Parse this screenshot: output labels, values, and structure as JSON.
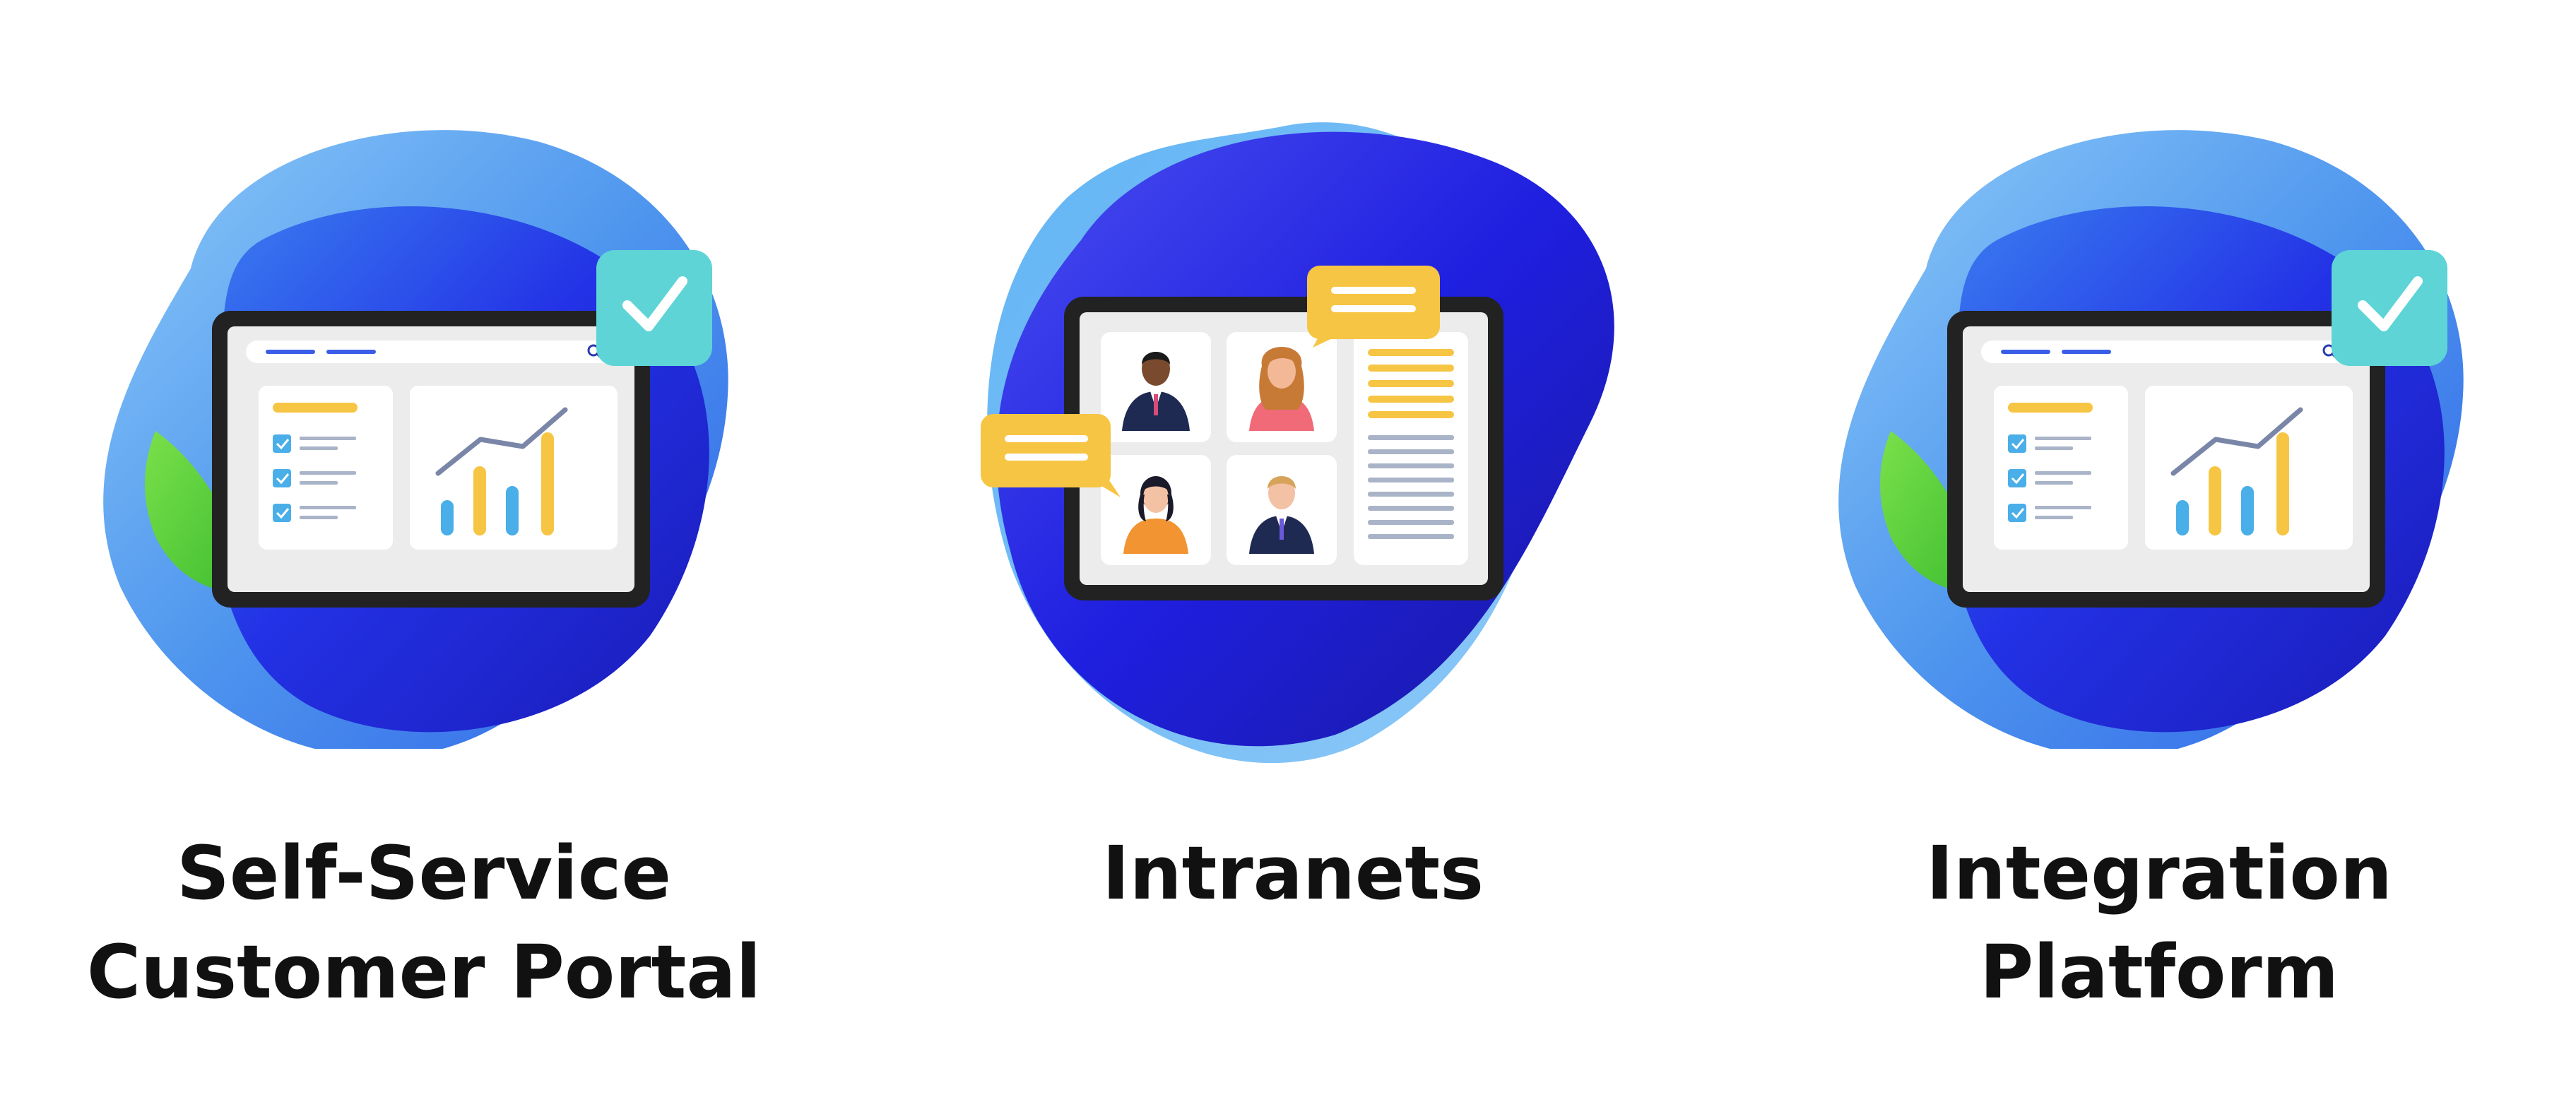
{
  "cards": [
    {
      "title_lines": [
        "Self-Service",
        "Customer Portal"
      ],
      "illustration": "dashboard-tablet",
      "badge_icon": "checkmark-icon"
    },
    {
      "title_lines": [
        "Intranets"
      ],
      "illustration": "video-call-tablet",
      "badge_icon": "chat-bubble-icon"
    },
    {
      "title_lines": [
        "Integration",
        "Platform"
      ],
      "illustration": "dashboard-tablet",
      "badge_icon": "checkmark-icon"
    }
  ],
  "colors": {
    "blob_light": "#5aa6f2",
    "blob_mid": "#2f5ef0",
    "blob_dark": "#1a22d6",
    "accent_yellow": "#f7c544",
    "accent_teal": "#5ed4d6",
    "leaf_green": "#5bd13f",
    "device_frame": "#222222",
    "screen_bg": "#ececec"
  }
}
